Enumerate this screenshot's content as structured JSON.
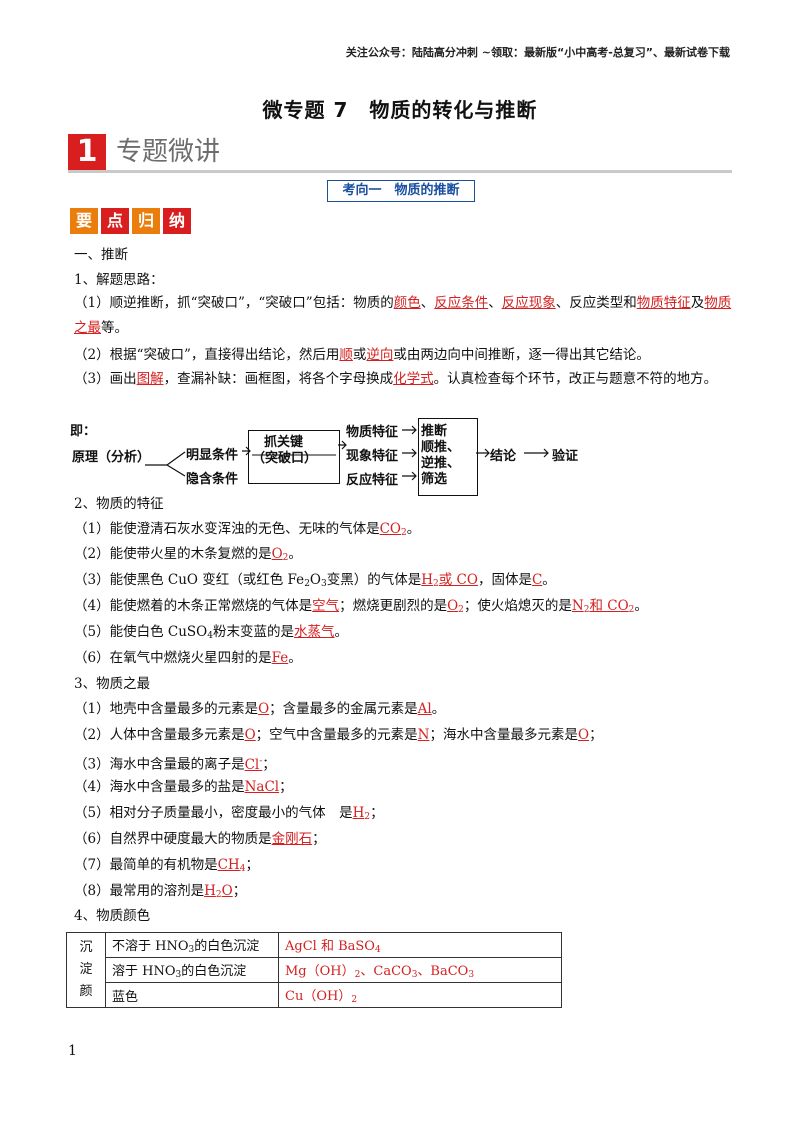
{
  "header_note": "关注公众号：陆陆高分冲刺 ~领取：最新版“小中高考-总复习”、最新试卷下载",
  "title": "微专题 7　物质的转化与推断",
  "section": {
    "number": "1",
    "title": "专题微讲"
  },
  "topic": "考向一　物质的推断",
  "badges": [
    "要",
    "点",
    "归",
    "纳"
  ],
  "s1_heading": "一、推断",
  "s1_sub": "1、解题思路：",
  "p1": {
    "a": "（1）顺逆推断，抓“突破口”，“突破口”包括：物质的",
    "r1": "颜色",
    "b": "、",
    "r2": "反应条件",
    "c": "、",
    "r3": "反应现象",
    "d": "、反应类型和",
    "r4": "物质特征",
    "e": "及",
    "r5": "物质之最",
    "f": "等。"
  },
  "p2": {
    "a": "（2）根据“突破口”，直接得出结论，然后用",
    "r1": "顺",
    "b": "或",
    "r2": "逆向",
    "c": "或由两边向中间推断，逐一得出其它结论。"
  },
  "p3": {
    "a": "（3）画出",
    "r1": "图解",
    "b": "，查漏补缺：画框图，将各个字母换成",
    "r2": "化学式",
    "c": "。认真检查每个环节，改正与题意不符的地方。"
  },
  "flow": {
    "ji": "即：",
    "principle": "原理（分析）",
    "obvious": "明显条件",
    "hidden": "隐含条件",
    "key": "抓关键",
    "breakthrough": "（突破口）",
    "feat1": "物质特征",
    "feat2": "现象特征",
    "feat3": "反应特征",
    "infer1": "推断",
    "infer2": "顺推、",
    "infer3": "逆推、",
    "infer4": "筛选",
    "conclusion": "结论",
    "verify": "验证"
  },
  "s2_heading": "2、物质的特征",
  "s2": [
    {
      "t": "（1）能使澄清石灰水变浑浊的无色、无味的气体是",
      "a1": "CO",
      "a1s": "2",
      "e": "。"
    },
    {
      "t": "（2）能使带火星的木条复燃的是",
      "a1": "O",
      "a1s": "2",
      "e": "。"
    },
    {
      "t": "（3）能使黑色 CuO 变红（或红色 Fe",
      "t_s1": "2",
      "t_m": "O",
      "t_s2": "3",
      "t_e": "变黑）的气体是",
      "a1": "H",
      "a1s": "2",
      "a1e": "或 CO",
      "m": "，固体是",
      "a2": "C",
      "e": "。"
    },
    {
      "t": "（4）能使燃着的木条正常燃烧的气体是",
      "a1": "空气",
      "m1": "；燃烧更剧烈的是",
      "a2": "O",
      "a2s": "2",
      "m2": "；使火焰熄灭的是",
      "a3": "N",
      "a3s": "2",
      "a3m": "和 CO",
      "a3s2": "2",
      "e": "。"
    },
    {
      "t": "（5）能使白色 CuSO",
      "t_s": "4",
      "t_e": "粉末变蓝的是",
      "a1": "水蒸气",
      "e": "。"
    },
    {
      "t": "（6）在氧气中燃烧火星四射的是",
      "a1": "Fe",
      "e": "。"
    }
  ],
  "s3_heading": "3、物质之最",
  "s3": [
    {
      "t": "（1）地壳中含量最多的元素是",
      "a1": "O",
      "m": "；含量最多的金属元素是",
      "a2": "Al",
      "e": "。"
    },
    {
      "t": "（2）人体中含量最多元素是",
      "a1": "O",
      "m": "；空气中含量最多的元素是",
      "a2": "N",
      "m2": "；海水中含量最多元素是",
      "a3": "O",
      "e": "；"
    },
    {
      "t": "（3）海水中含量最的离子是",
      "a1": "Cl",
      "a1s": "-",
      "e": "；"
    },
    {
      "t": "（4）海水中含量最多的盐是",
      "a1": "NaCl",
      "e": "；"
    },
    {
      "t": "（5）相对分子质量最小，密度最小的气体　是",
      "a1": "H",
      "a1s": "2",
      "e": "；"
    },
    {
      "t": "（6）自然界中硬度最大的物质是",
      "a1": "金刚石",
      "e": "；"
    },
    {
      "t": "（7）最简单的有机物是",
      "a1": "CH",
      "a1s": "4",
      "e": "；"
    },
    {
      "t": "（8）最常用的溶剂是",
      "a1": "H",
      "a1s": "2",
      "a1e": "O",
      "e": "；"
    }
  ],
  "s4_heading": "4、物质颜色",
  "table": {
    "group": [
      "沉",
      "淀",
      "颜"
    ],
    "rows": [
      {
        "c1a": "不溶于 HNO",
        "c1s": "3",
        "c1b": "的白色沉淀",
        "c2a": "AgCl 和 BaSO",
        "c2s": "4"
      },
      {
        "c1a": "溶于 HNO",
        "c1s": "3",
        "c1b": "的白色沉淀",
        "c2a": "Mg（OH）",
        "c2s": "2",
        "c2b": "、CaCO",
        "c2s2": "3",
        "c2c": "、BaCO",
        "c2s3": "3"
      },
      {
        "c1a": "蓝色",
        "c2a": "Cu（OH）",
        "c2s": "2"
      }
    ]
  },
  "page_number": "1",
  "colors": {
    "accent_red": "#d42020",
    "section_red": "#d81e1e",
    "badge_orange": "#ea7d0c",
    "badge_red": "#d81e1e",
    "topic_blue": "#1a4fa0"
  }
}
